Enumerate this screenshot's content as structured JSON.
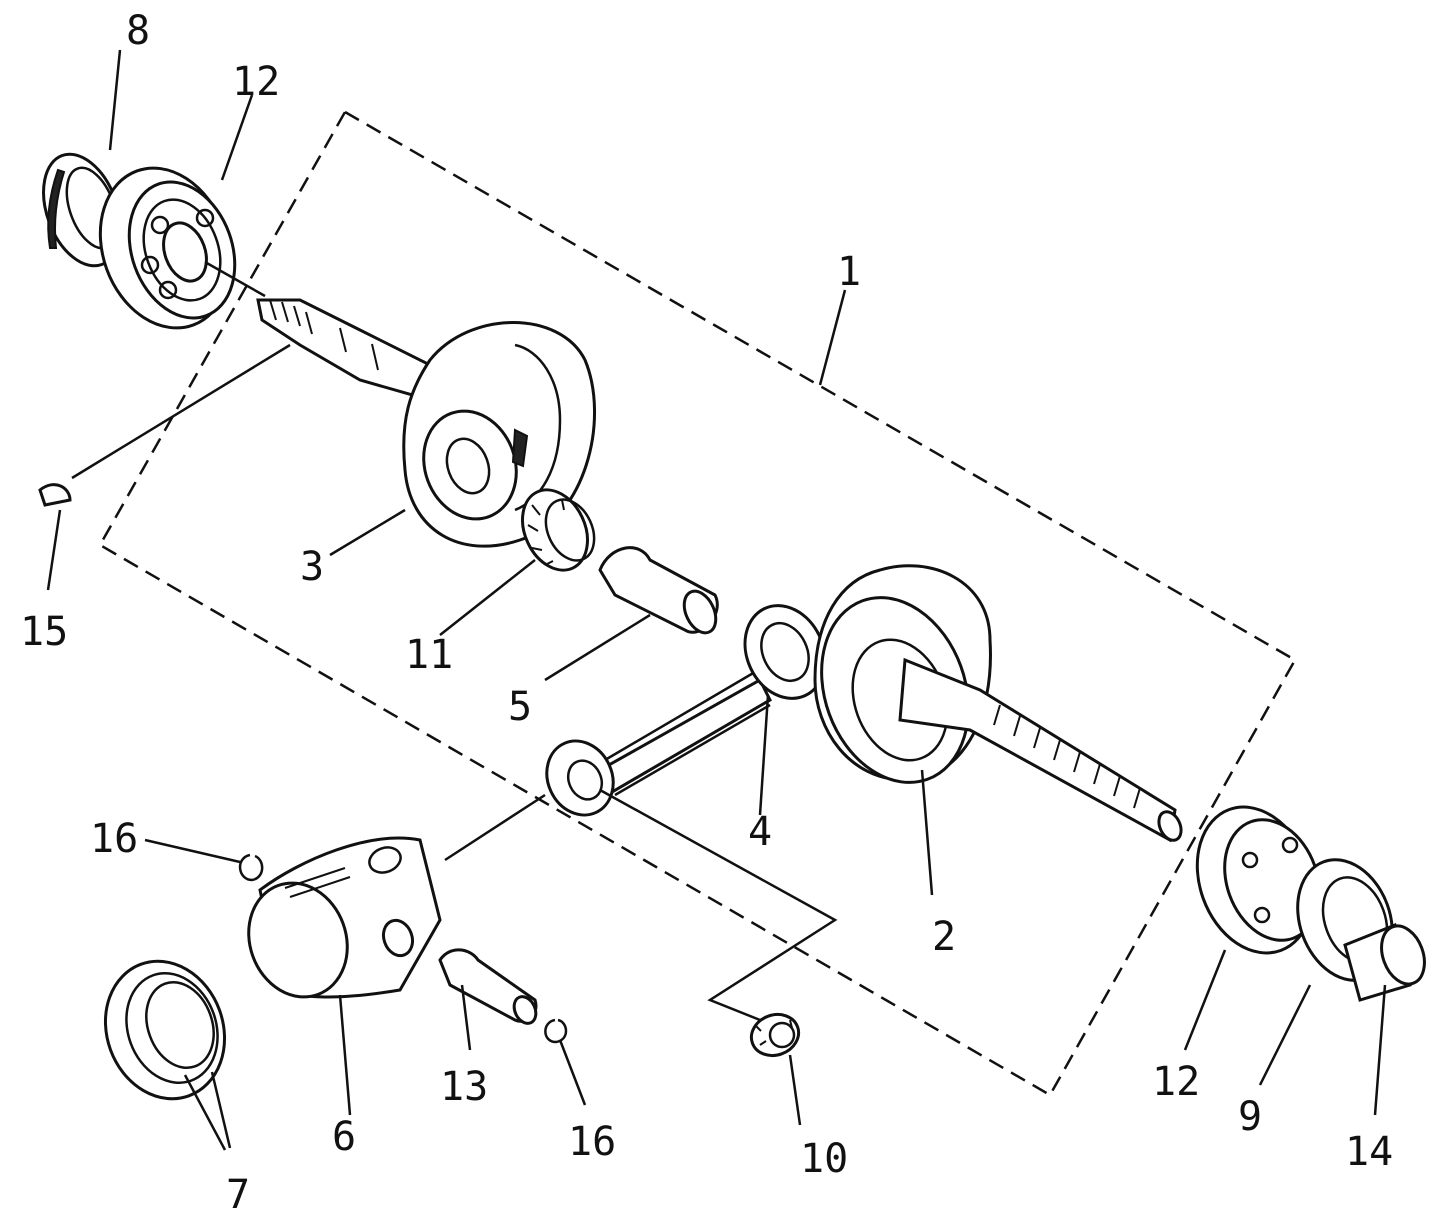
{
  "callouts": [
    {
      "id": "c1",
      "text": "1"
    },
    {
      "id": "c2",
      "text": "2"
    },
    {
      "id": "c3",
      "text": "3"
    },
    {
      "id": "c4",
      "text": "4"
    },
    {
      "id": "c5",
      "text": "5"
    },
    {
      "id": "c6",
      "text": "6"
    },
    {
      "id": "c7",
      "text": "7"
    },
    {
      "id": "c8",
      "text": "8"
    },
    {
      "id": "c9",
      "text": "9"
    },
    {
      "id": "c10",
      "text": "10"
    },
    {
      "id": "c11",
      "text": "11"
    },
    {
      "id": "c12a",
      "text": "12"
    },
    {
      "id": "c12b",
      "text": "12"
    },
    {
      "id": "c13",
      "text": "13"
    },
    {
      "id": "c14",
      "text": "14"
    },
    {
      "id": "c15",
      "text": "15"
    },
    {
      "id": "c16a",
      "text": "16"
    },
    {
      "id": "c16b",
      "text": "16"
    }
  ]
}
